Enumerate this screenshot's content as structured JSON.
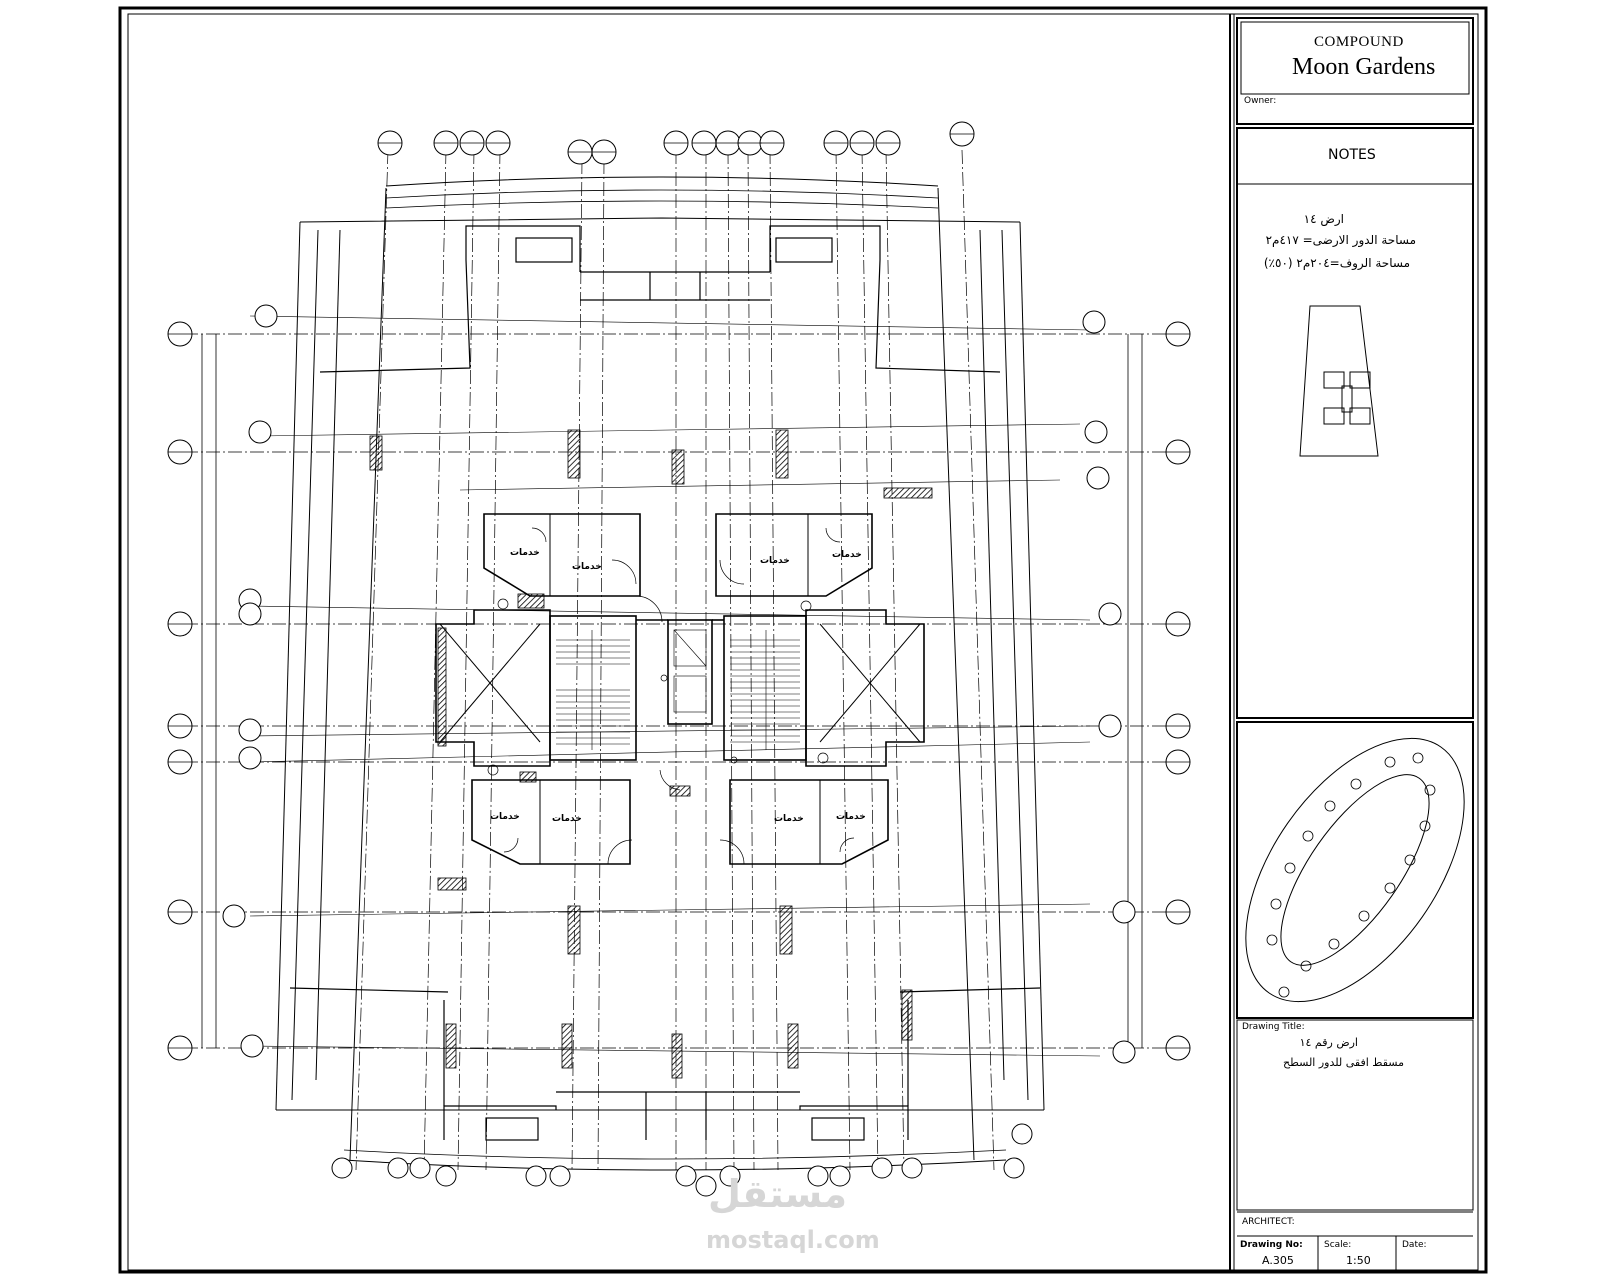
{
  "title_block": {
    "compound_label": "COMPOUND",
    "project_name": "Moon Gardens",
    "owner_label": "Owner:",
    "notes_label": "NOTES",
    "notes_lines": [
      "ارض ١٤",
      "مساحة الدور الارضى= ٤١٧م٢",
      "مساحة الروف=٢٠٤م٢ (٥٠٪)"
    ],
    "drawing_title_label": "Drawing Title:",
    "drawing_title_lines": [
      "ارض رقم ١٤",
      "مسقط افقى للدور السطح"
    ],
    "architect_label": "ARCHITECT:",
    "drawing_no_label": "Drawing No:",
    "drawing_no": "A.305",
    "scale_label": "Scale:",
    "scale": "1:50",
    "date_label": "Date:",
    "date": ""
  },
  "plan": {
    "room_label": "خدمات"
  },
  "watermark": {
    "logo_text": "مستقل",
    "site": "mostaql.com"
  }
}
